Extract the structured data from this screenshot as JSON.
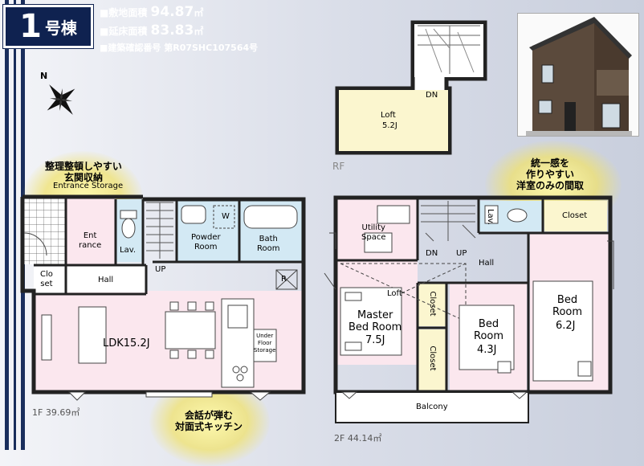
{
  "badge": {
    "number": "1",
    "suffix": "号棟"
  },
  "specs": {
    "land_label": "■敷地面積",
    "land_value": "94.87",
    "floor_label": "■延床面積",
    "floor_value": "83.83",
    "unit": "㎡",
    "permit": "■建築確認番号 第R07SHC107564号"
  },
  "compass": {
    "label": "N"
  },
  "callouts": {
    "storage_line1": "整理整頓しやすい",
    "storage_line2": "玄関収納",
    "kitchen_line1": "会話が弾む",
    "kitchen_line2": "対面式キッチン",
    "rooms_line1": "統一感を",
    "rooms_line2": "作りやすい",
    "rooms_line3": "洋室のみの間取"
  },
  "floor_labels": {
    "rf": "RF",
    "f1": "1F  39.69㎡",
    "f2": "2F  44.14㎡"
  },
  "rf": {
    "loft": "Loft",
    "loft_size": "5.2J",
    "dn": "DN"
  },
  "f1": {
    "entrance_storage": "Entrance Storage",
    "entrance": "Ent\nrance",
    "closet": "Clo\nset",
    "hall": "Hall",
    "lav": "Lav.",
    "up": "UP",
    "powder": "Powder\nRoom",
    "w": "W",
    "bath": "Bath\nRoom",
    "r": "R",
    "ldk": "LDK15.2J",
    "under_floor": "Under\nFloor\nStorage"
  },
  "f2": {
    "utility": "Utility\nSpace",
    "dn": "DN",
    "up": "UP",
    "hall": "Hall",
    "lav": "Lav.",
    "closet_top": "Closet",
    "loft": "Loft",
    "master": "Master\nBed Room",
    "master_size": "7.5J",
    "closet_v1": "Closet",
    "closet_v2": "Closet",
    "bed_a": "Bed\nRoom",
    "bed_a_size": "4.3J",
    "bed_b": "Bed\nRoom",
    "bed_b_size": "6.2J",
    "balcony": "Balcony"
  },
  "colors": {
    "navy": "#1a2e5c",
    "pink": "#fbe7ee",
    "blue": "#d3e9f4",
    "yellow": "#fbf6cf",
    "glow": "#f3e67a"
  }
}
